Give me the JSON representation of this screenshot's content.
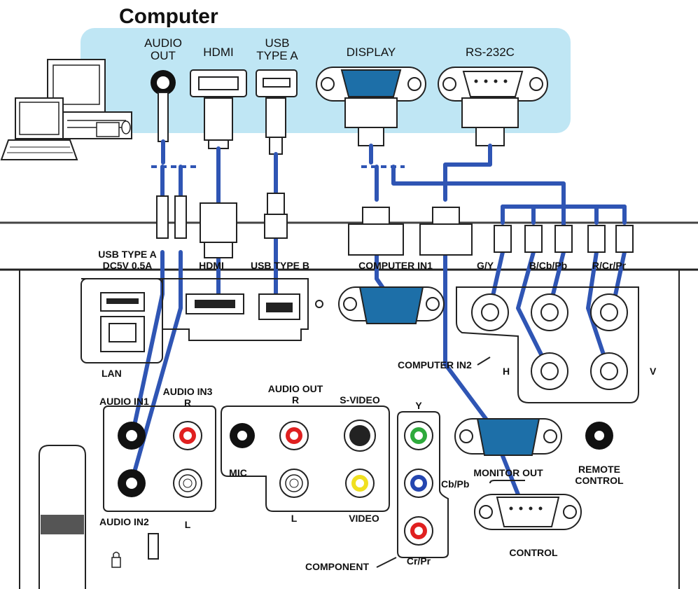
{
  "computer": {
    "title": "Computer",
    "ports": {
      "audio_out": [
        "AUDIO",
        "OUT"
      ],
      "hdmi": "HDMI",
      "usb_type_a": [
        "USB",
        "TYPE A"
      ],
      "display": "DISPLAY",
      "rs232c": "RS-232C"
    }
  },
  "projector": {
    "labels": {
      "usb_type_a": [
        "USB TYPE A",
        "DC5V 0.5A"
      ],
      "hdmi": "HDMI",
      "usb_type_b": "USB TYPE B",
      "computer_in1": "COMPUTER IN1",
      "g_y": "G/Y",
      "b_cb_pb": "B/Cb/Pb",
      "r_cr_pr": "R/Cr/Pr",
      "lan": "LAN",
      "computer_in2": "COMPUTER IN2",
      "h": "H",
      "v": "V",
      "audio_in1": "AUDIO IN1",
      "audio_in3": [
        "AUDIO IN3",
        "R"
      ],
      "audio_in3_l": "L",
      "audio_in2": "AUDIO IN2",
      "audio_out": [
        "AUDIO OUT",
        "R"
      ],
      "audio_out_l": "L",
      "s_video": "S-VIDEO",
      "mic": "MIC",
      "video": "VIDEO",
      "y": "Y",
      "cb_pb": "Cb/Pb",
      "cr_pr": "Cr/Pr",
      "component": "COMPONENT",
      "monitor_out": "MONITOR OUT",
      "remote_control": [
        "REMOTE",
        "CONTROL"
      ],
      "control": "CONTROL"
    }
  },
  "colors": {
    "computer_panel": "#bfe6f4",
    "cable": "#2f55b4",
    "vga_port": "#1d6fa8",
    "rca_red": "#e02020",
    "rca_green": "#2eaa3c",
    "rca_blue": "#2446b0",
    "rca_yellow": "#f0e020"
  }
}
